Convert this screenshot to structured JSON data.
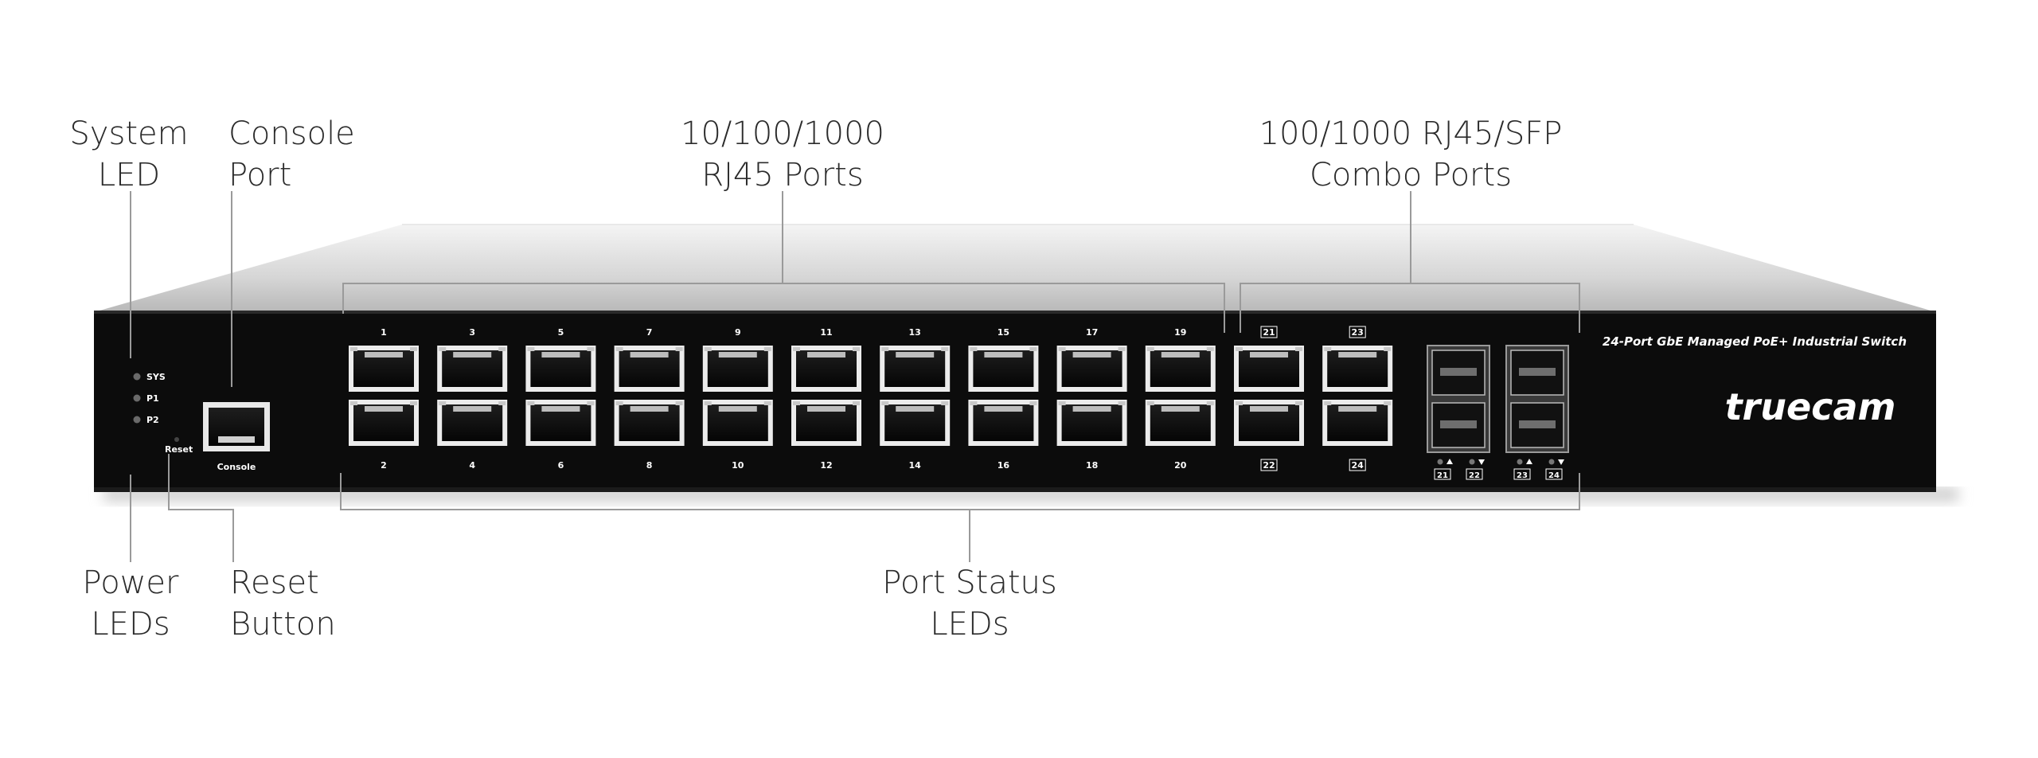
{
  "callouts": {
    "system_led": [
      "System",
      "LED"
    ],
    "console_port": [
      "Console",
      "Port"
    ],
    "rj45_ports": [
      "10/100/1000",
      "RJ45 Ports"
    ],
    "combo_ports": [
      "100/1000 RJ45/SFP",
      "Combo Ports"
    ],
    "power_leds": [
      "Power",
      "LEDs"
    ],
    "reset_button": [
      "Reset",
      "Button"
    ],
    "port_status_leds": [
      "Port Status",
      "LEDs"
    ]
  },
  "device": {
    "model_text": "24-Port GbE Managed PoE+ Industrial Switch",
    "brand": "truecam",
    "led_labels": [
      "SYS",
      "P1",
      "P2"
    ],
    "reset_label": "Reset",
    "console_label": "Console",
    "top_port_numbers": [
      "1",
      "3",
      "5",
      "7",
      "9",
      "11",
      "13",
      "15",
      "17",
      "19",
      "21",
      "23"
    ],
    "bottom_port_numbers": [
      "2",
      "4",
      "6",
      "8",
      "10",
      "12",
      "14",
      "16",
      "18",
      "20",
      "22",
      "24"
    ],
    "sfp_labels": [
      "21",
      "22",
      "23",
      "24"
    ]
  },
  "colors": {
    "panel": "#0c0c0c",
    "chassis_top": "#d9d9d9",
    "leader_line": "#9a9a9a",
    "text": "#2b2b2b",
    "port_frame": "#e6e6e6"
  }
}
